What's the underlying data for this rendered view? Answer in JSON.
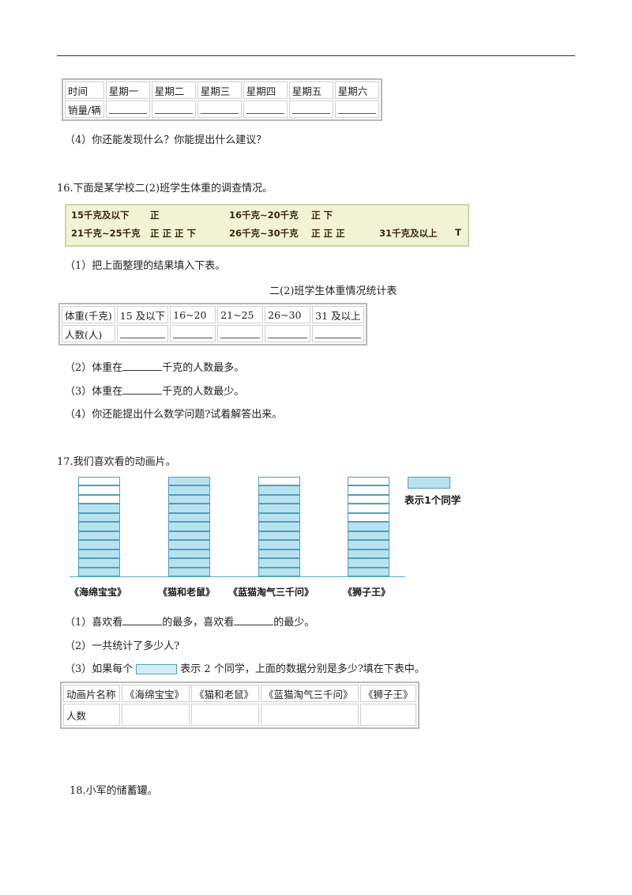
{
  "sales_table": {
    "headers": [
      "时间",
      "星期一",
      "星期二",
      "星期三",
      "星期四",
      "星期五",
      "星期六"
    ],
    "row_label": "销量/辆"
  },
  "q15_4": "（4）你还能发现什么？你能提出什么建议？",
  "q16": {
    "title": "16.下面是某学校二(2)班学生体重的调查情况。",
    "tally": [
      {
        "label": "15千克及以下",
        "marks": "正"
      },
      {
        "label": "16千克~20千克",
        "marks": "正 下"
      },
      {
        "label": "21千克~25千克",
        "marks": "正 正 正 下"
      },
      {
        "label": "26千克~30千克",
        "marks": "正 正 正"
      },
      {
        "label": "31千克及以上",
        "marks": "T"
      }
    ],
    "sub1": "（1）把上面整理的结果填入下表。",
    "table_title": "二(2)班学生体重情况统计表",
    "headers": [
      "体重(千克)",
      "15 及以下",
      "16~20",
      "21~25",
      "26~30",
      "31 及以上"
    ],
    "row_label": "人数(人)",
    "sub2_a": "（2）体重在",
    "sub2_b": "千克的人数最多。",
    "sub3_a": "（3）体重在",
    "sub3_b": "千克的人数最少。",
    "sub4": "（4）你还能提出什么数学问题?试着解答出来。"
  },
  "q17": {
    "title": "17.我们喜欢看的动画片。",
    "legend": "表示1个同学",
    "cartoons": [
      {
        "name": "《海绵宝宝》",
        "count": 8
      },
      {
        "name": "《猫和老鼠》",
        "count": 11
      },
      {
        "name": "《蓝猫淘气三千问》",
        "count": 10
      },
      {
        "name": "《狮子王》",
        "count": 6
      }
    ],
    "total_cells": 11,
    "sub1_a": "（1）喜欢看",
    "sub1_b": "的最多，喜欢看",
    "sub1_c": "的最少。",
    "sub2": "（2）一共统计了多少人?",
    "sub3_a": "（3）如果每个",
    "sub3_b": "表示 2 个同学，上面的数据分别是多少?填在下表中。",
    "headers": [
      "动画片名称",
      "《海绵宝宝》",
      "《猫和老鼠》",
      "《蓝猫淘气三千问》",
      "《狮子王》"
    ],
    "row_label": "人数"
  },
  "q18": {
    "title": "18.小军的储蓄罐。"
  }
}
